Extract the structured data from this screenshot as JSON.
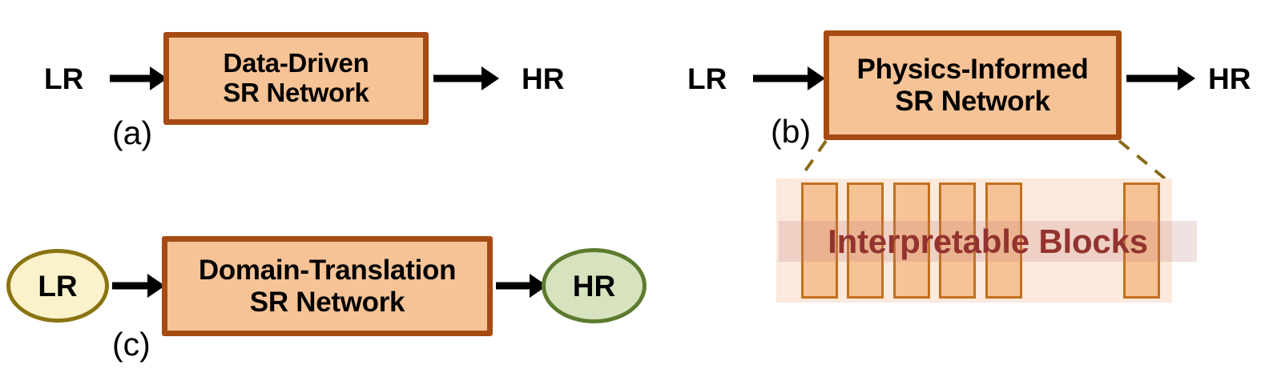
{
  "figure": {
    "background_color": "#FFFFFF",
    "box_fill": "#F6C396",
    "box_border": "#A64B13",
    "block_border": "#C2701E",
    "blocks_bg": "#FBE9DC",
    "band_text_color": "#93332F",
    "dash_color": "#8C6B18",
    "lr_ellipse_fill": "#FBF2CC",
    "lr_ellipse_border": "#8A7412",
    "hr_ellipse_fill": "#D7E2BF",
    "hr_ellipse_border": "#5C7B2E",
    "arrow_color": "#000000"
  },
  "panel_a": {
    "letter": "(a)",
    "input_label": "LR",
    "output_label": "HR",
    "box_line1": "Data-Driven",
    "box_line2": "SR Network"
  },
  "panel_b": {
    "letter": "(b)",
    "input_label": "LR",
    "output_label": "HR",
    "box_line1": "Physics-Informed",
    "box_line2": "SR Network",
    "blocks_caption": "Interpretable Blocks",
    "block_count": 6,
    "blocks": [
      {
        "index": 1,
        "visible": true
      },
      {
        "index": 2,
        "visible": true
      },
      {
        "index": 3,
        "visible": true
      },
      {
        "index": 4,
        "visible": true
      },
      {
        "index": 5,
        "visible": true
      },
      {
        "index": 6,
        "visible": true
      }
    ]
  },
  "panel_c": {
    "letter": "(c)",
    "input_label": "LR",
    "output_label": "HR",
    "box_line1": "Domain-Translation",
    "box_line2": "SR Network"
  }
}
